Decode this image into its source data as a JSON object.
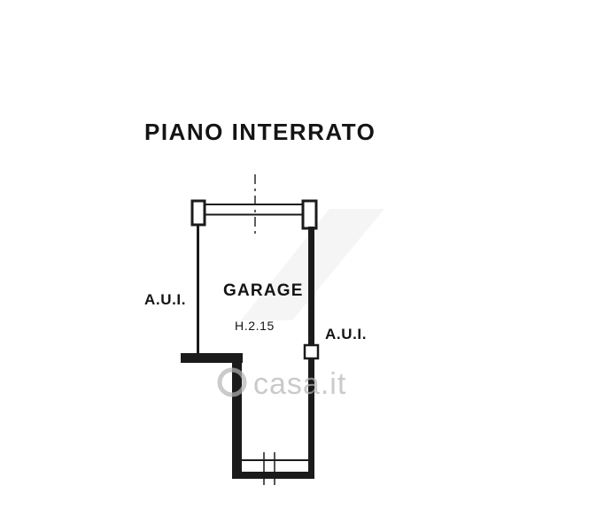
{
  "page": {
    "title": "PIANO INTERRATO"
  },
  "plan": {
    "room_label": "GARAGE",
    "room_height": "H.2.15",
    "left_annotation": "A.U.I.",
    "right_annotation": "A.U.I."
  },
  "watermark": {
    "brand": "casa.it"
  },
  "colors": {
    "ink": "#1b1b1b",
    "watermark_gray": "#b5b5b5",
    "background": "#ffffff"
  }
}
